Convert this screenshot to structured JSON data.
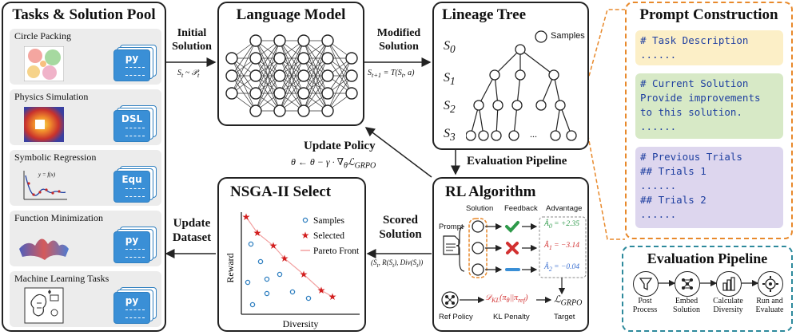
{
  "tasks_pool": {
    "title": "Tasks & Solution Pool",
    "tasks": [
      {
        "name": "Circle Packing",
        "ext": "py"
      },
      {
        "name": "Physics Simulation",
        "ext": "DSL"
      },
      {
        "name": "Symbolic Regression",
        "ext": "Equ"
      },
      {
        "name": "Function Minimization",
        "ext": "py"
      },
      {
        "name": "Machine Learning Tasks",
        "ext": "py"
      }
    ],
    "formula_label": "y = f(x)"
  },
  "initial_solution": {
    "label_line1": "Initial",
    "label_line2": "Solution",
    "formula": "S_t ~ P_t"
  },
  "language_model": {
    "title": "Language Model"
  },
  "modified_solution": {
    "label_line1": "Modified",
    "label_line2": "Solution",
    "formula": "S_{t+1} = T(S_t, a)"
  },
  "lineage_tree": {
    "title": "Lineage Tree",
    "legend": "Samples",
    "levels": [
      "S_0",
      "S_1",
      "S_2",
      "S_3"
    ],
    "ellipsis": "..."
  },
  "update_policy": {
    "label": "Update Policy",
    "formula": "θ ← θ − γ · ∇_θ L_GRPO"
  },
  "evaluation_pipeline_label": "Evaluation Pipeline",
  "nsga": {
    "title": "NSGA-II Select",
    "legend": [
      "Samples",
      "Selected",
      "Pareto Front"
    ],
    "xlabel": "Diversity",
    "ylabel": "Reward"
  },
  "update_dataset": {
    "label_line1": "Update",
    "label_line2": "Dataset"
  },
  "scored_solution": {
    "label_line1": "Scored",
    "label_line2": "Solution",
    "formula": "(S_t, R(S_t), Div(S_t))"
  },
  "rl": {
    "title": "RL Algorithm",
    "headers": [
      "Solution",
      "Feedback",
      "Advantage"
    ],
    "prompt_label": "Prompt",
    "advantages": [
      "Â_0 = +2.35",
      "Â_1 = −3.14",
      "Â_2 = −0.04"
    ],
    "kl_formula": "D_KL(π_θ||π_ref)",
    "target_formula": "L_GRPO",
    "ref_policy": "Ref Policy",
    "kl_penalty": "KL Penalty",
    "target": "Target"
  },
  "prompt_construction": {
    "title": "Prompt Construction",
    "task_header": "# Task Description",
    "task_body": "......",
    "current_header": "# Current Solution",
    "current_body": [
      "Provide improvements",
      "to this solution.",
      "......"
    ],
    "previous_header": "# Previous Trials",
    "previous_body": [
      "## Trials 1",
      "......",
      "## Trials 2",
      "......"
    ]
  },
  "evaluation_pipeline": {
    "title": "Evaluation Pipeline",
    "steps": [
      {
        "line1": "Post",
        "line2": "Process"
      },
      {
        "line1": "Embed",
        "line2": "Solution"
      },
      {
        "line1": "Calculate",
        "line2": "Diversity"
      },
      {
        "line1": "Run and",
        "line2": "Evaluate"
      }
    ]
  },
  "colors": {
    "orange": "#e8892b",
    "teal": "#2e8a9c",
    "yellow_block": "#fcefc7",
    "green_block": "#d7e9c6",
    "purple_block": "#ddd6ee",
    "code_blue": "#1f3fa0",
    "file_blue": "#3a8fd6"
  }
}
